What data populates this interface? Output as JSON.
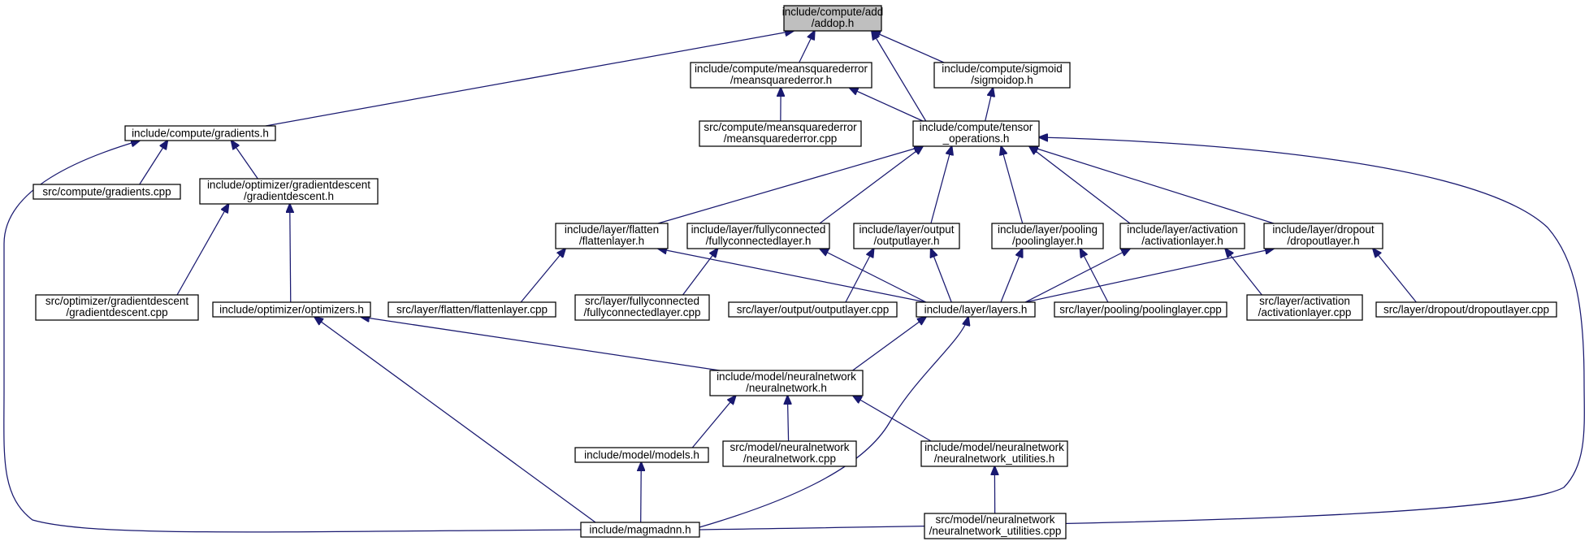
{
  "graph": {
    "edge_color": "#191970",
    "root_fill": "#bfbfbf",
    "nodes": [
      {
        "id": "addop",
        "lines": [
          "include/compute/add",
          "/addop.h"
        ],
        "root": true
      },
      {
        "id": "mse_h",
        "lines": [
          "include/compute/meansquarederror",
          "/meansquarederror.h"
        ]
      },
      {
        "id": "sigmoid_h",
        "lines": [
          "include/compute/sigmoid",
          "/sigmoidop.h"
        ]
      },
      {
        "id": "gradients_h",
        "lines": [
          "include/compute/gradients.h"
        ]
      },
      {
        "id": "mse_cpp",
        "lines": [
          "src/compute/meansquarederror",
          "/meansquarederror.cpp"
        ]
      },
      {
        "id": "tensor_h",
        "lines": [
          "include/compute/tensor",
          "_operations.h"
        ]
      },
      {
        "id": "gradients_cpp",
        "lines": [
          "src/compute/gradients.cpp"
        ]
      },
      {
        "id": "gd_h",
        "lines": [
          "include/optimizer/gradientdescent",
          "/gradientdescent.h"
        ]
      },
      {
        "id": "flatten_h",
        "lines": [
          "include/layer/flatten",
          "/flattenlayer.h"
        ]
      },
      {
        "id": "fc_h",
        "lines": [
          "include/layer/fullyconnected",
          "/fullyconnectedlayer.h"
        ]
      },
      {
        "id": "output_h",
        "lines": [
          "include/layer/output",
          "/outputlayer.h"
        ]
      },
      {
        "id": "pooling_h",
        "lines": [
          "include/layer/pooling",
          "/poolinglayer.h"
        ]
      },
      {
        "id": "activation_h",
        "lines": [
          "include/layer/activation",
          "/activationlayer.h"
        ]
      },
      {
        "id": "dropout_h",
        "lines": [
          "include/layer/dropout",
          "/dropoutlayer.h"
        ]
      },
      {
        "id": "gd_cpp",
        "lines": [
          "src/optimizer/gradientdescent",
          "/gradientdescent.cpp"
        ]
      },
      {
        "id": "optimizers_h",
        "lines": [
          "include/optimizer/optimizers.h"
        ]
      },
      {
        "id": "flatten_cpp",
        "lines": [
          "src/layer/flatten/flattenlayer.cpp"
        ]
      },
      {
        "id": "fc_cpp",
        "lines": [
          "src/layer/fullyconnected",
          "/fullyconnectedlayer.cpp"
        ]
      },
      {
        "id": "output_cpp",
        "lines": [
          "src/layer/output/outputlayer.cpp"
        ]
      },
      {
        "id": "layers_h",
        "lines": [
          "include/layer/layers.h"
        ]
      },
      {
        "id": "pooling_cpp",
        "lines": [
          "src/layer/pooling/poolinglayer.cpp"
        ]
      },
      {
        "id": "activation_cpp",
        "lines": [
          "src/layer/activation",
          "/activationlayer.cpp"
        ]
      },
      {
        "id": "dropout_cpp",
        "lines": [
          "src/layer/dropout/dropoutlayer.cpp"
        ]
      },
      {
        "id": "nn_h",
        "lines": [
          "include/model/neuralnetwork",
          "/neuralnetwork.h"
        ]
      },
      {
        "id": "models_h",
        "lines": [
          "include/model/models.h"
        ]
      },
      {
        "id": "nn_cpp",
        "lines": [
          "src/model/neuralnetwork",
          "/neuralnetwork.cpp"
        ]
      },
      {
        "id": "nnutil_h",
        "lines": [
          "include/model/neuralnetwork",
          "/neuralnetwork_utilities.h"
        ]
      },
      {
        "id": "magmadnn_h",
        "lines": [
          "include/magmadnn.h"
        ]
      },
      {
        "id": "nnutil_cpp",
        "lines": [
          "src/model/neuralnetwork",
          "/neuralnetwork_utilities.cpp"
        ]
      }
    ],
    "edges": [
      {
        "from": "mse_h",
        "to": "addop"
      },
      {
        "from": "sigmoid_h",
        "to": "addop"
      },
      {
        "from": "gradients_h",
        "to": "addop"
      },
      {
        "from": "tensor_h",
        "to": "addop"
      },
      {
        "from": "mse_cpp",
        "to": "mse_h"
      },
      {
        "from": "tensor_h",
        "to": "mse_h"
      },
      {
        "from": "tensor_h",
        "to": "sigmoid_h"
      },
      {
        "from": "gradients_cpp",
        "to": "gradients_h"
      },
      {
        "from": "gd_h",
        "to": "gradients_h"
      },
      {
        "from": "magmadnn_h",
        "to": "gradients_h"
      },
      {
        "from": "flatten_h",
        "to": "tensor_h"
      },
      {
        "from": "fc_h",
        "to": "tensor_h"
      },
      {
        "from": "output_h",
        "to": "tensor_h"
      },
      {
        "from": "pooling_h",
        "to": "tensor_h"
      },
      {
        "from": "activation_h",
        "to": "tensor_h"
      },
      {
        "from": "dropout_h",
        "to": "tensor_h"
      },
      {
        "from": "magmadnn_h",
        "to": "tensor_h"
      },
      {
        "from": "gd_cpp",
        "to": "gd_h"
      },
      {
        "from": "optimizers_h",
        "to": "gd_h"
      },
      {
        "from": "flatten_cpp",
        "to": "flatten_h"
      },
      {
        "from": "layers_h",
        "to": "flatten_h"
      },
      {
        "from": "fc_cpp",
        "to": "fc_h"
      },
      {
        "from": "layers_h",
        "to": "fc_h"
      },
      {
        "from": "output_cpp",
        "to": "output_h"
      },
      {
        "from": "layers_h",
        "to": "output_h"
      },
      {
        "from": "layers_h",
        "to": "pooling_h"
      },
      {
        "from": "pooling_cpp",
        "to": "pooling_h"
      },
      {
        "from": "layers_h",
        "to": "activation_h"
      },
      {
        "from": "activation_cpp",
        "to": "activation_h"
      },
      {
        "from": "layers_h",
        "to": "dropout_h"
      },
      {
        "from": "dropout_cpp",
        "to": "dropout_h"
      },
      {
        "from": "nn_h",
        "to": "optimizers_h"
      },
      {
        "from": "magmadnn_h",
        "to": "optimizers_h"
      },
      {
        "from": "nn_h",
        "to": "layers_h"
      },
      {
        "from": "magmadnn_h",
        "to": "layers_h"
      },
      {
        "from": "models_h",
        "to": "nn_h"
      },
      {
        "from": "nn_cpp",
        "to": "nn_h"
      },
      {
        "from": "nnutil_h",
        "to": "nn_h"
      },
      {
        "from": "magmadnn_h",
        "to": "models_h"
      },
      {
        "from": "nnutil_cpp",
        "to": "nnutil_h"
      }
    ]
  }
}
